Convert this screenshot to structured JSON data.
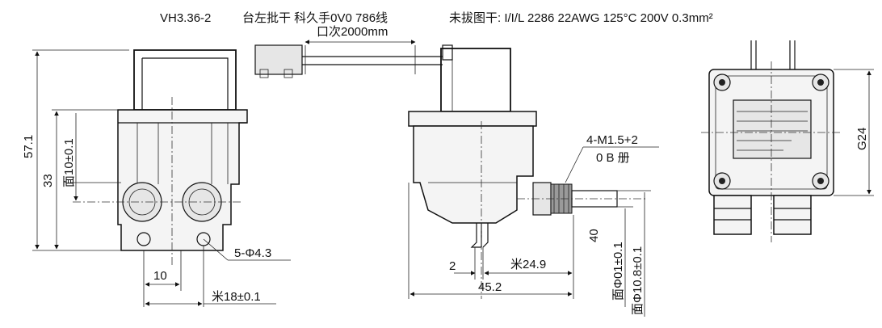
{
  "header": {
    "model": "VH3.36-2",
    "wire_spec": "台左批干 科久手0V0 786线",
    "wire_length": "口次2000mm",
    "rating": "未拔图干: I/I/L 2286 22AWG 125°C 200V 0.3mm²"
  },
  "front_view": {
    "dim_height_total": "57.1",
    "dim_height_33": "33",
    "dim_port_spacing_v": "面10±0.1",
    "dim_port_spacing_h": "10",
    "dim_holes": "5-Φ4.3",
    "dim_bottom_width": "米18±0.1"
  },
  "side_view": {
    "thread_note": "4-M1.5+2",
    "thread_note2": "0 B 册",
    "dim_2": "2",
    "dim_24": "米24.9",
    "dim_45": "45.2",
    "dim_40": "40",
    "dim_phi1": "面Φ01±0.1",
    "dim_phi2": "面Φ10.8±0.1"
  },
  "right_view": {
    "dim_g24": "G24"
  },
  "colors": {
    "line": "#111111",
    "background": "#ffffff"
  }
}
